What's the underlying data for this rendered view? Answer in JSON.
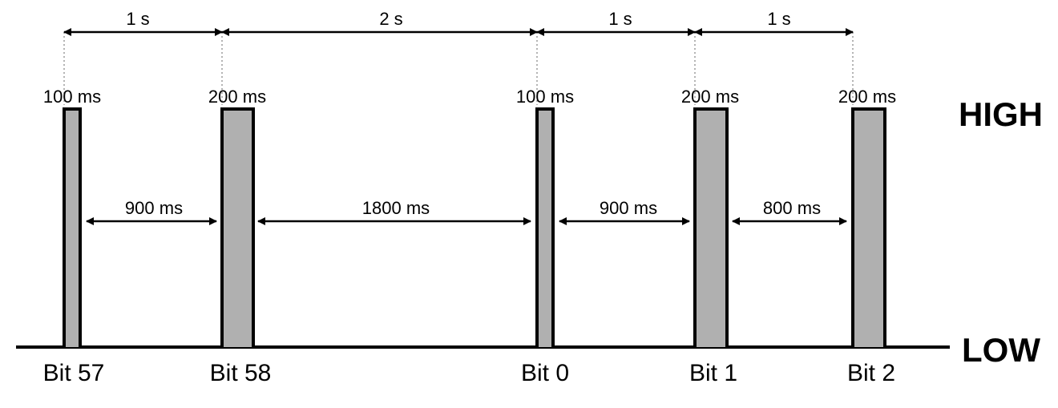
{
  "levels": {
    "high": "HIGH",
    "low": "LOW"
  },
  "pulses": [
    {
      "bit_label": "Bit 57",
      "width_label": "100 ms",
      "duration_ms": 100
    },
    {
      "bit_label": "Bit 58",
      "width_label": "200 ms",
      "duration_ms": 200
    },
    {
      "bit_label": "Bit 0",
      "width_label": "100 ms",
      "duration_ms": 100
    },
    {
      "bit_label": "Bit 1",
      "width_label": "200 ms",
      "duration_ms": 200
    },
    {
      "bit_label": "Bit 2",
      "width_label": "200 ms",
      "duration_ms": 200
    }
  ],
  "periods": [
    "1 s",
    "2 s",
    "1 s",
    "1 s"
  ],
  "gaps": [
    "900 ms",
    "1800 ms",
    "900 ms",
    "800 ms"
  ]
}
